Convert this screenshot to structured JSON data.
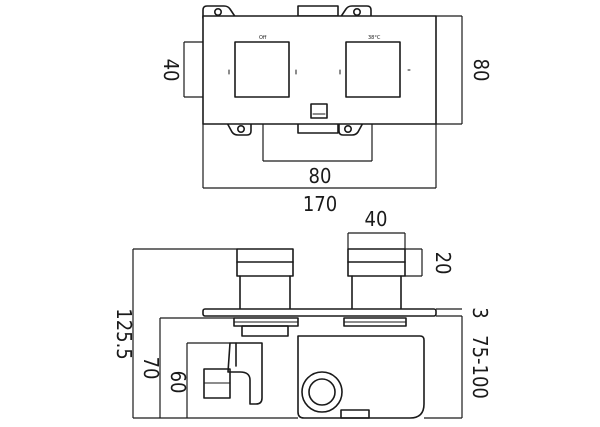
{
  "diagram": {
    "top_view": {
      "dimensions": {
        "overall_width": "170",
        "overall_height": "80",
        "centers_width": "80",
        "handle_height": "40"
      },
      "handle_labels": {
        "left": "Off",
        "right": "38°C"
      }
    },
    "side_view": {
      "dimensions": {
        "handle_width": "40",
        "handle_height": "20",
        "plate_thickness": "3",
        "depth_range": "75-100",
        "total_height": "125.5",
        "body_height": "70",
        "inlet_height": "60"
      }
    }
  }
}
